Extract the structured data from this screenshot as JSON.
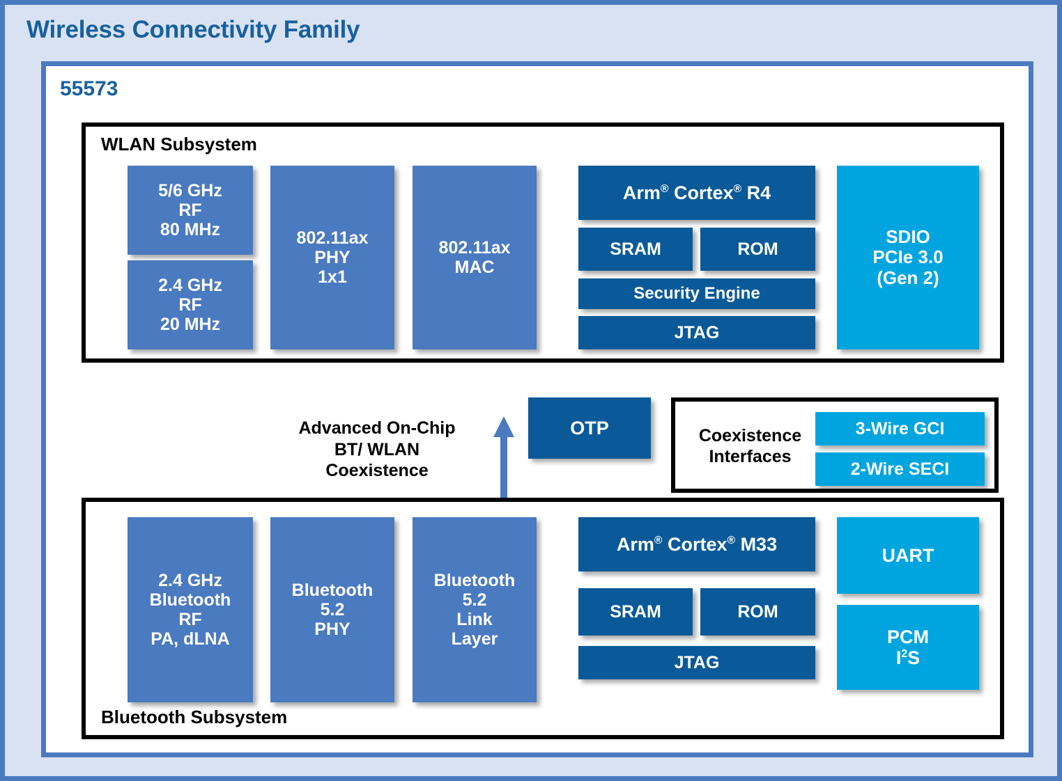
{
  "page": {
    "title": "Wireless Connectivity Family",
    "chip_id": "55573",
    "colors": {
      "background": "#d9e2f3",
      "frame_border": "#4a7ac0",
      "title_text": "#17609e",
      "block_mid_blue": "#4a7ac0",
      "block_navy": "#0a5a99",
      "block_cyan": "#00a5df",
      "subsystem_outline": "#000000"
    }
  },
  "wlan": {
    "label": "WLAN Subsystem",
    "rf_blocks": [
      {
        "lines": [
          "5/6 GHz",
          "RF",
          "80 MHz"
        ]
      },
      {
        "lines": [
          "2.4 GHz",
          "RF",
          "20 MHz"
        ]
      }
    ],
    "phy": {
      "lines": [
        "802.11ax",
        "PHY",
        "1x1"
      ]
    },
    "mac": {
      "lines": [
        "802.11ax",
        "MAC"
      ]
    },
    "cpu": {
      "prefix": "Arm",
      "mid": "Cortex",
      "suffix": "R4",
      "reg": "®"
    },
    "memories": [
      {
        "label": "SRAM"
      },
      {
        "label": "ROM"
      }
    ],
    "security": "Security Engine",
    "jtag": "JTAG",
    "host_if": {
      "lines": [
        "SDIO",
        "PCIe 3.0",
        "(Gen 2)"
      ]
    }
  },
  "middle": {
    "coexistence_text": [
      "Advanced On-Chip",
      "BT/ WLAN",
      "Coexistence"
    ],
    "arrow": "double-headed-vertical-arrow",
    "otp": "OTP",
    "coex_box": {
      "label": [
        "Coexistence",
        "Interfaces"
      ],
      "interfaces": [
        "3-Wire GCI",
        "2-Wire SECI"
      ]
    }
  },
  "bluetooth": {
    "label": "Bluetooth Subsystem",
    "rf": {
      "lines": [
        "2.4 GHz",
        "Bluetooth",
        "RF",
        "PA, dLNA"
      ]
    },
    "phy": {
      "lines": [
        "Bluetooth",
        "5.2",
        "PHY"
      ]
    },
    "link_layer": {
      "lines": [
        "Bluetooth",
        "5.2",
        "Link",
        "Layer"
      ]
    },
    "cpu": {
      "prefix": "Arm",
      "mid": "Cortex",
      "suffix": "M33",
      "reg": "®"
    },
    "memories": [
      {
        "label": "SRAM"
      },
      {
        "label": "ROM"
      }
    ],
    "jtag": "JTAG",
    "uart": "UART",
    "pcm": {
      "line1": "PCM",
      "line2_pre": "I",
      "line2_sup": "2",
      "line2_post": "S"
    }
  }
}
